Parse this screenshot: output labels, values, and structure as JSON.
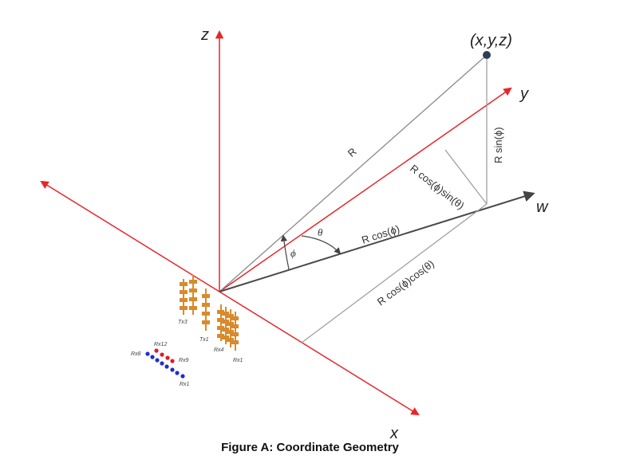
{
  "axes": {
    "z": "z",
    "y": "y",
    "w": "w",
    "x": "x"
  },
  "point_label": "(x,y,z)",
  "labels": {
    "R": "R",
    "R_sin_phi": "R sin(ϕ)",
    "R_cos_phi_sin_theta": "R cos(ϕ)sin(θ)",
    "R_cos_phi": "R cos(ϕ)",
    "R_cos_phi_cos_theta": "R cos(ϕ)cos(θ)"
  },
  "angles": {
    "theta": "θ",
    "phi": "ϕ"
  },
  "antennas": {
    "Tx3": "Tx3",
    "Tx1": "Tx1",
    "Rx4": "Rx4",
    "Rx1_array": "Rx1",
    "Rx12": "Rx12",
    "Rx8": "Rx8",
    "Rx9": "Rx9",
    "Rx1_dots": "Rx1"
  },
  "caption": "Figure A: Coordinate Geometry",
  "colors": {
    "axis": "#e8262a",
    "projection": "#555555",
    "thin": "#9a9a9a",
    "point": "#2d3f55",
    "antenna": "#d98a2b",
    "dot_blue": "#1f2fc7",
    "dot_red": "#e01b24"
  }
}
